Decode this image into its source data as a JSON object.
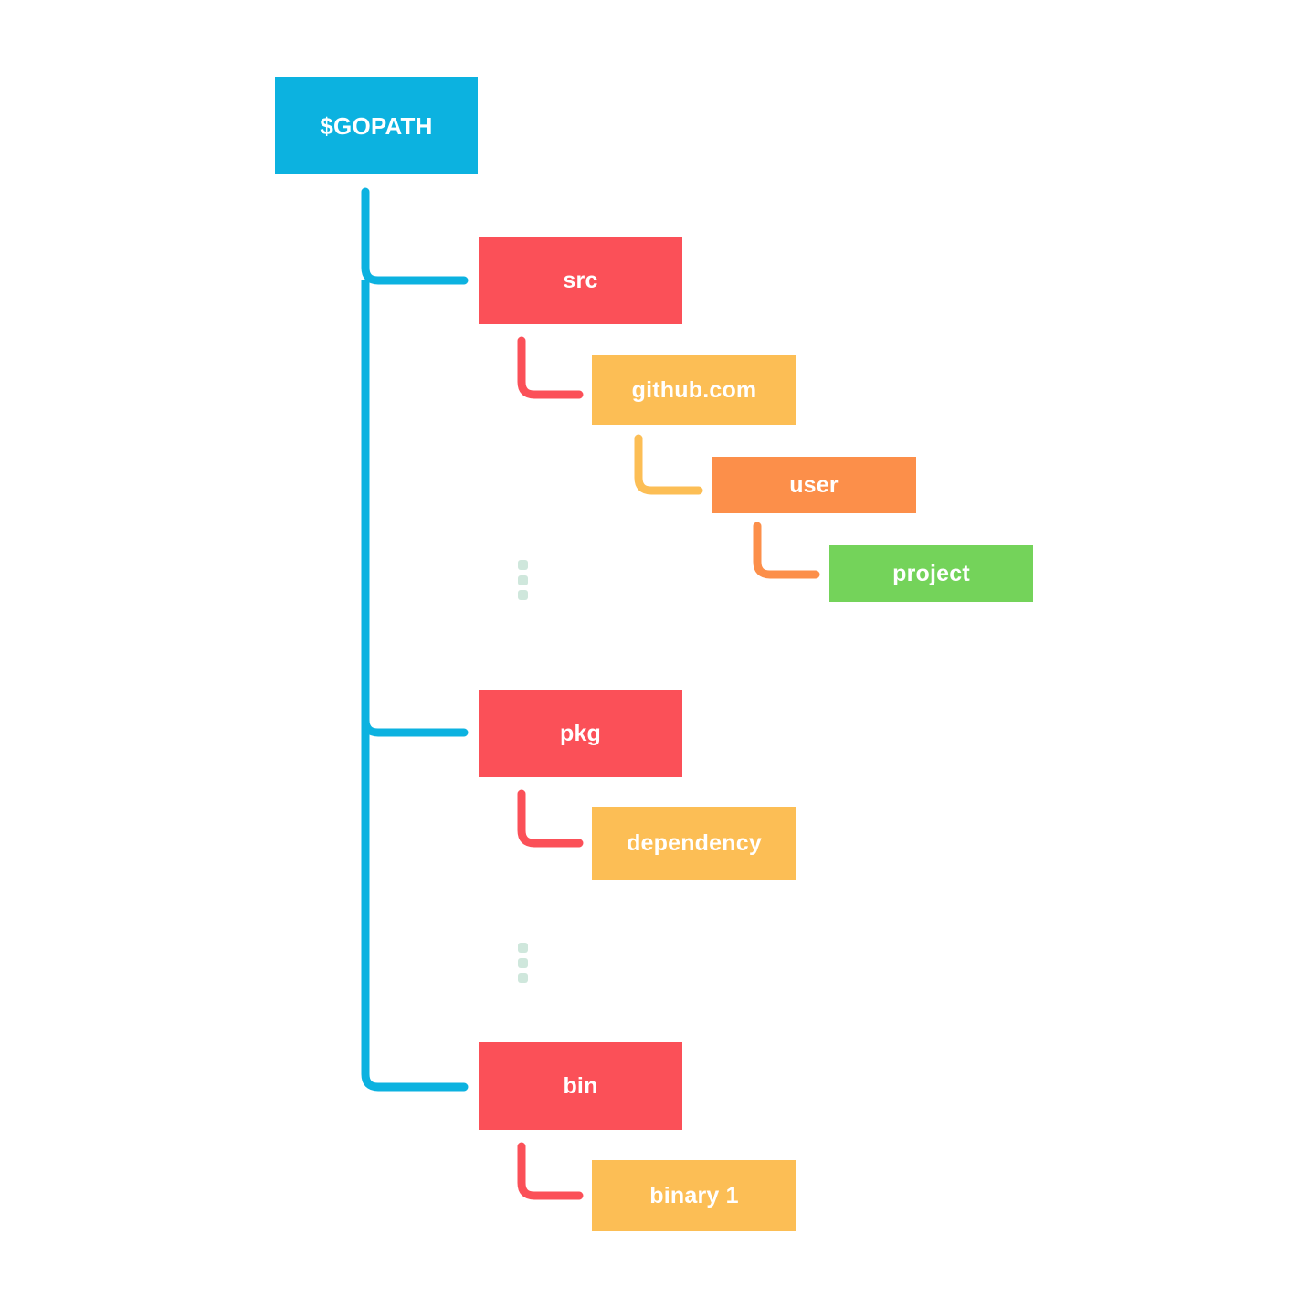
{
  "diagram": {
    "title_text": "$GOPATH",
    "colors": {
      "root": "#0cb2e0",
      "level1": "#fb5058",
      "level2": "#fcbe55",
      "level3": "#fc8f4a",
      "level4": "#74d35a",
      "ellipsis_dot": "#cfe7dc",
      "background": "#ffffff",
      "label_text": "#ffffff"
    },
    "nodes": {
      "gopath": {
        "label": "$GOPATH"
      },
      "src": {
        "label": "src"
      },
      "github": {
        "label": "github.com"
      },
      "user": {
        "label": "user"
      },
      "project": {
        "label": "project"
      },
      "pkg": {
        "label": "pkg"
      },
      "dependency": {
        "label": "dependency"
      },
      "bin": {
        "label": "bin"
      },
      "binary1": {
        "label": "binary 1"
      }
    },
    "ellipses": [
      {
        "name": "src-more",
        "dots": 3
      },
      {
        "name": "pkg-more",
        "dots": 3
      }
    ],
    "edges": [
      {
        "from": "gopath",
        "to": "src",
        "color": "#0cb2e0"
      },
      {
        "from": "gopath",
        "to": "pkg",
        "color": "#0cb2e0"
      },
      {
        "from": "gopath",
        "to": "bin",
        "color": "#0cb2e0"
      },
      {
        "from": "src",
        "to": "github",
        "color": "#fb5058"
      },
      {
        "from": "github",
        "to": "user",
        "color": "#fcbe55"
      },
      {
        "from": "user",
        "to": "project",
        "color": "#fc8f4a"
      },
      {
        "from": "pkg",
        "to": "dependency",
        "color": "#fb5058"
      },
      {
        "from": "bin",
        "to": "binary1",
        "color": "#fb5058"
      }
    ]
  }
}
